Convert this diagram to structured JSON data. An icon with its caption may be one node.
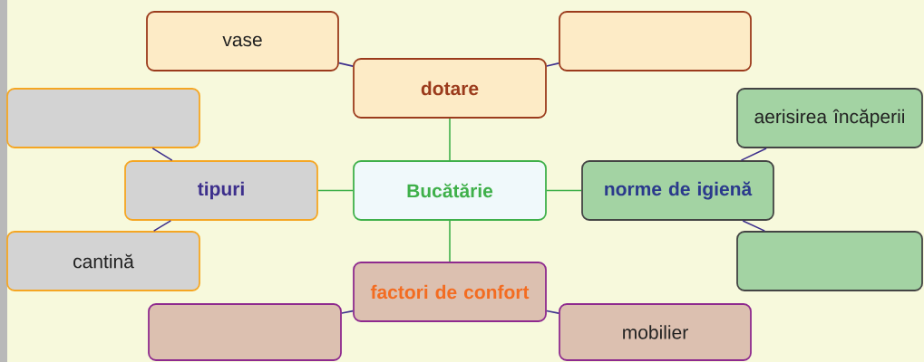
{
  "diagram": {
    "nodes": [
      {
        "text": [
          "Bucătărie"
        ]
      },
      {
        "text": [
          "dotare"
        ]
      },
      {
        "text": [
          "vase"
        ]
      },
      {
        "text": [],
        "shape": "box"
      },
      {
        "text": [
          "tipuri"
        ]
      },
      {
        "text": [],
        "shape": "box"
      },
      {
        "text": [
          "cantină"
        ]
      },
      {
        "text": [
          "norme de igienă"
        ]
      },
      {
        "text": [
          "aerisirea încăperii"
        ]
      },
      {
        "text": [],
        "shape": "box"
      },
      {
        "text": [
          "factori de confort"
        ]
      },
      {
        "text": [],
        "shape": "box"
      },
      {
        "text": [
          "mobilier"
        ]
      }
    ],
    "edges": [
      {
        "from": 0,
        "to": 1,
        "arrow": "none",
        "color": "#3fb04a"
      },
      {
        "from": 0,
        "to": 4,
        "arrow": "none",
        "color": "#3fb04a"
      },
      {
        "from": 0,
        "to": 7,
        "arrow": "none",
        "color": "#3fb04a"
      },
      {
        "from": 0,
        "to": 10,
        "arrow": "none",
        "color": "#3fb04a"
      },
      {
        "from": 1,
        "to": 2,
        "arrow": "none"
      },
      {
        "from": 1,
        "to": 3,
        "arrow": "none"
      },
      {
        "from": 4,
        "to": 5,
        "arrow": "none"
      },
      {
        "from": 4,
        "to": 6,
        "arrow": "none"
      },
      {
        "from": 7,
        "to": 8,
        "arrow": "none"
      },
      {
        "from": 7,
        "to": 9,
        "arrow": "none"
      },
      {
        "from": 10,
        "to": 11,
        "arrow": "none"
      },
      {
        "from": 10,
        "to": 12,
        "arrow": "none"
      }
    ]
  }
}
